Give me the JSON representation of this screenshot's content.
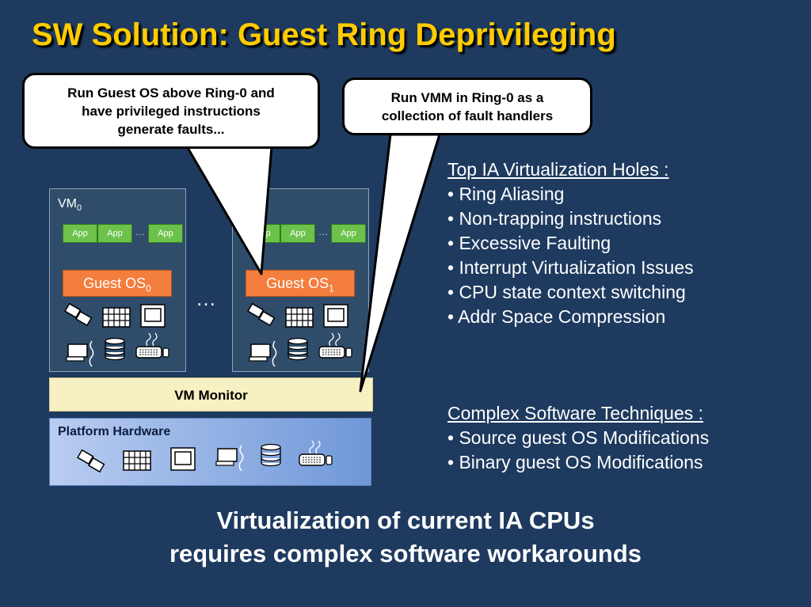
{
  "title": "SW Solution: Guest Ring Deprivileging",
  "callouts": {
    "left": [
      "Run Guest OS above Ring-0 and",
      "have privileged instructions",
      "generate faults..."
    ],
    "right": [
      "Run VMM in Ring-0 as a",
      "collection of fault handlers"
    ]
  },
  "vms": [
    {
      "label": "VM",
      "label_sub": "0",
      "apps": [
        "App",
        "App",
        "App"
      ],
      "app_dots": "…",
      "os_label": "Guest OS",
      "os_sub": "0"
    },
    {
      "label": "VM",
      "label_sub": "1",
      "apps": [
        "App",
        "App",
        "App"
      ],
      "app_dots": "…",
      "os_label": "Guest OS",
      "os_sub": "1"
    }
  ],
  "vm_ellipsis": "…",
  "vmm_label": "VM Monitor",
  "hardware_label": "Platform Hardware",
  "holes": {
    "heading": "Top IA Virtualization Holes :",
    "items": [
      "• Ring Aliasing",
      "• Non-trapping instructions",
      "• Excessive Faulting",
      "• Interrupt Virtualization Issues",
      "• CPU state context switching",
      "• Addr Space Compression"
    ]
  },
  "techniques": {
    "heading": "Complex Software Techniques :",
    "items": [
      "• Source guest OS Modifications",
      "• Binary guest OS Modifications"
    ]
  },
  "conclusion": [
    "Virtualization of current IA CPUs",
    "requires complex software workarounds"
  ],
  "icons": [
    "network-cards-icon",
    "memory-grid-icon",
    "monitor-icon",
    "laptop-icon",
    "disk-stack-icon",
    "keyboard-icon"
  ],
  "colors": {
    "background": "#1e3a5f",
    "title": "#ffcc00",
    "app": "#6cc24a",
    "guest_os": "#f47e3e",
    "vmm": "#f7f0c2"
  }
}
